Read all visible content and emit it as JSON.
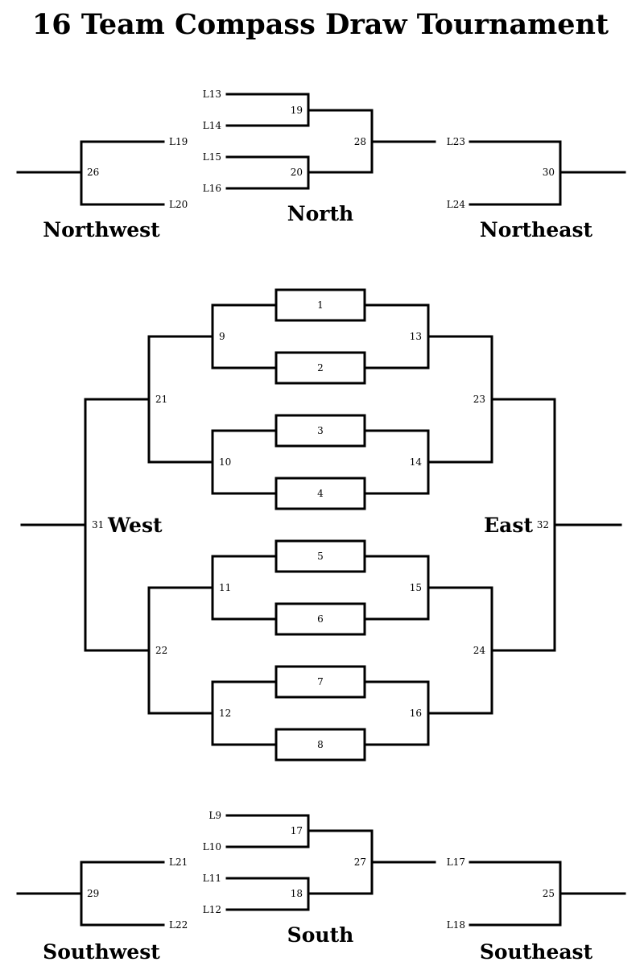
{
  "title": "16 Team Compass Draw Tournament",
  "regions": {
    "north": "North",
    "northwest": "Northwest",
    "northeast": "Northeast",
    "west": "West",
    "east": "East",
    "south": "South",
    "southwest": "Southwest",
    "southeast": "Southeast"
  },
  "first_round": [
    "1",
    "2",
    "3",
    "4",
    "5",
    "6",
    "7",
    "8"
  ],
  "west_games": {
    "quarter": [
      "9",
      "10",
      "11",
      "12"
    ],
    "semi": [
      "21",
      "22"
    ],
    "final": "31"
  },
  "east_games": {
    "quarter": [
      "13",
      "14",
      "15",
      "16"
    ],
    "semi": [
      "23",
      "24"
    ],
    "final": "32"
  },
  "north": {
    "entries": [
      "L13",
      "L14",
      "L15",
      "L16"
    ],
    "semi": [
      "19",
      "20"
    ],
    "final": "28"
  },
  "northwest": {
    "entries": [
      "L19",
      "L20"
    ],
    "final": "26"
  },
  "northeast": {
    "entries": [
      "L23",
      "L24"
    ],
    "final": "30"
  },
  "south": {
    "entries": [
      "L9",
      "L10",
      "L11",
      "L12"
    ],
    "semi": [
      "17",
      "18"
    ],
    "final": "27"
  },
  "southwest": {
    "entries": [
      "L21",
      "L22"
    ],
    "final": "29"
  },
  "southeast": {
    "entries": [
      "L17",
      "L18"
    ],
    "final": "25"
  }
}
